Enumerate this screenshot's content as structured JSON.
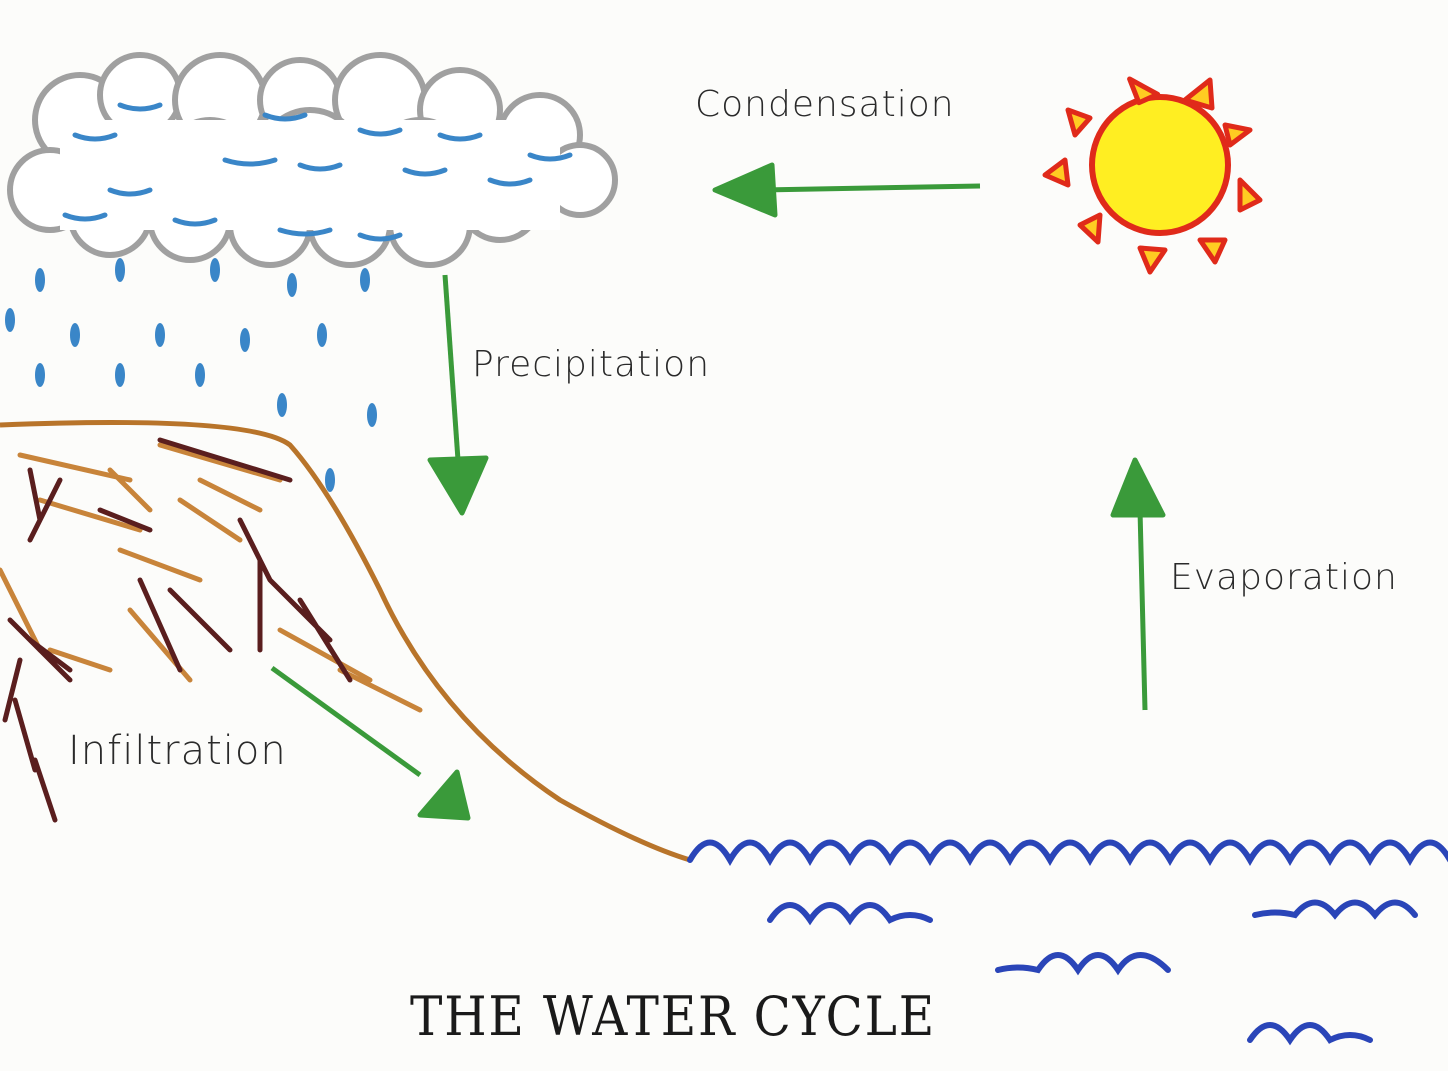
{
  "title": "THE WATER CYCLE",
  "labels": {
    "condensation": "Condensation",
    "precipitation": "Precipitation",
    "evaporation": "Evaporation",
    "infiltration": "Infiltration"
  },
  "colors": {
    "arrow": "#3a9a3a",
    "cloud": "#9a9a9a",
    "water": "#2a45b8",
    "rain": "#3a86c8",
    "sun_fill": "#ffee22",
    "sun_outline": "#e02a1a",
    "soil": "#b8742a",
    "roots": "#5a1e1e"
  }
}
